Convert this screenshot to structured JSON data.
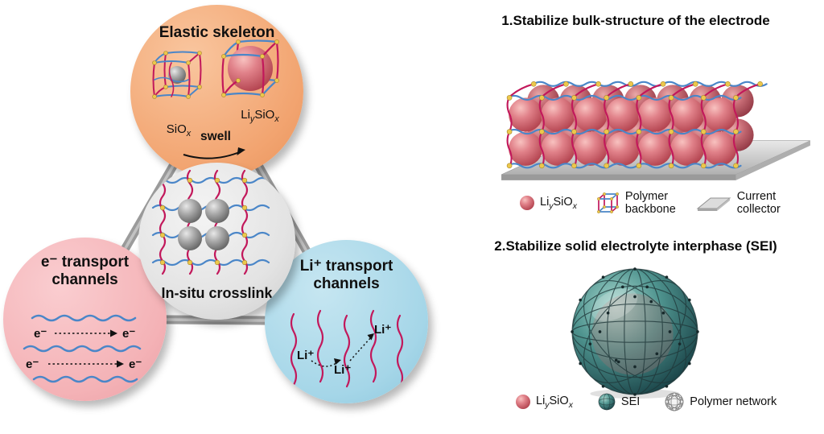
{
  "colors": {
    "orange_circle": "#f2a470",
    "pink_circle": "#f4b2b6",
    "blue_circle": "#a5d6e8",
    "gray_circle": "#e3e3e3",
    "polymer_blue": "#4a86c8",
    "polymer_magenta": "#c2185b",
    "node_yellow": "#ecc84c",
    "sphere_red": "#d9676f",
    "sphere_teal": "#4f948f"
  },
  "left": {
    "elastic": {
      "title": "Elastic skeleton",
      "swell": "swell"
    },
    "crosslink": {
      "title": "In-situ crosslink"
    },
    "electron": {
      "title1": "e⁻ transport",
      "title2": "channels",
      "e": "e⁻"
    },
    "lithium": {
      "title1": "Li⁺ transport",
      "title2": "channels",
      "li": "Li⁺"
    }
  },
  "formulas": {
    "siox": {
      "p1": "SiO",
      "s1": "x"
    },
    "liysiox": {
      "p1": "Li",
      "s1": "y",
      "p2": "SiO",
      "s2": "x"
    }
  },
  "right": {
    "section1": {
      "title": "1.Stabilize bulk-structure of the electrode",
      "legend_polymer1": "Polymer",
      "legend_polymer2": "backbone",
      "legend_collector1": "Current",
      "legend_collector2": "collector"
    },
    "section2": {
      "title": "2.Stabilize solid electrolyte interphase (SEI)",
      "legend_sei": "SEI",
      "legend_network": "Polymer network"
    }
  }
}
